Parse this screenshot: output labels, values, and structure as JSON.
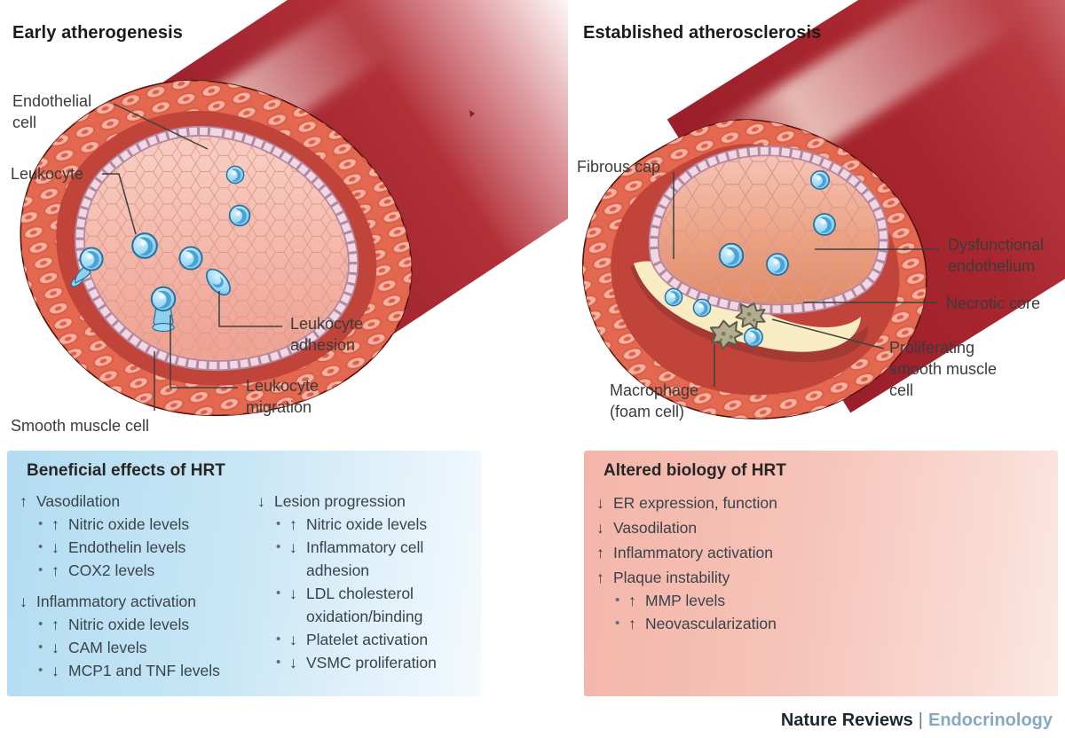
{
  "figure": {
    "panels": {
      "early": {
        "title": "Early atherogenesis",
        "labels": {
          "endothelial": "Endothelial cell",
          "leukocyte": "Leukocyte",
          "adhesion": "Leukocyte adhesion",
          "migration": "Leukocyte migration",
          "smooth_muscle": "Smooth muscle cell"
        }
      },
      "established": {
        "title": "Established atherosclerosis",
        "labels": {
          "fibrous_cap": "Fibrous cap",
          "dysfunctional": "Dysfunctional endothelium",
          "necrotic": "Necrotic core",
          "proliferating": "Proliferating smooth muscle cell",
          "macrophage": "Macrophage (foam cell)"
        }
      }
    },
    "boxes": {
      "beneficial": {
        "title": "Beneficial effects of HRT",
        "columns": [
          [
            {
              "arrow": "↑",
              "text": "Vasodilation",
              "sub": [
                {
                  "arrow": "↑",
                  "text": "Nitric oxide levels"
                },
                {
                  "arrow": "↓",
                  "text": "Endothelin levels"
                },
                {
                  "arrow": "↑",
                  "text": "COX2 levels"
                }
              ]
            },
            {
              "arrow": "↓",
              "text": "Inflammatory activation",
              "sub": [
                {
                  "arrow": "↑",
                  "text": "Nitric oxide levels"
                },
                {
                  "arrow": "↓",
                  "text": "CAM levels"
                },
                {
                  "arrow": "↓",
                  "text": "MCP1 and TNF levels"
                }
              ]
            }
          ],
          [
            {
              "arrow": "↓",
              "text": "Lesion progression",
              "sub": [
                {
                  "arrow": "↑",
                  "text": "Nitric oxide levels"
                },
                {
                  "arrow": "↓",
                  "text": "Inflammatory cell adhesion"
                },
                {
                  "arrow": "↓",
                  "text": "LDL cholesterol oxidation/binding"
                },
                {
                  "arrow": "↓",
                  "text": "Platelet activation"
                },
                {
                  "arrow": "↓",
                  "text": "VSMC proliferation"
                }
              ]
            }
          ]
        ]
      },
      "altered": {
        "title": "Altered biology of HRT",
        "columns": [
          [
            {
              "arrow": "↓",
              "text": "ER expression, function"
            },
            {
              "arrow": "↓",
              "text": "Vasodilation"
            },
            {
              "arrow": "↑",
              "text": "Inflammatory activation"
            },
            {
              "arrow": "↑",
              "text": "Plaque instability",
              "sub": [
                {
                  "arrow": "↑",
                  "text": "MMP levels"
                },
                {
                  "arrow": "↑",
                  "text": "Neovascularization"
                }
              ]
            }
          ]
        ]
      }
    },
    "footer": {
      "brand": "Nature Reviews",
      "separator": "|",
      "journal": "Endocrinology"
    },
    "palette": {
      "beneficial_box_start": "#b3dcf1",
      "beneficial_box_end": "#f4fafd",
      "altered_box_start": "#f4b5a9",
      "altered_box_end": "#fbe9e3",
      "artery_wall": "#e4674f",
      "artery_media": "#c0443a",
      "lumen_pink": "#f4b7aa",
      "tube_red": "#9a1f2b",
      "leukocyte_blue": "#8fd0ef",
      "endothelium_brick": "#f1d7e1",
      "necrotic_core": "#f9ecc3",
      "foam_cell": "#b2ad91",
      "journal_accent": "#86a9bf",
      "label_text": "#3b3b3b"
    }
  }
}
